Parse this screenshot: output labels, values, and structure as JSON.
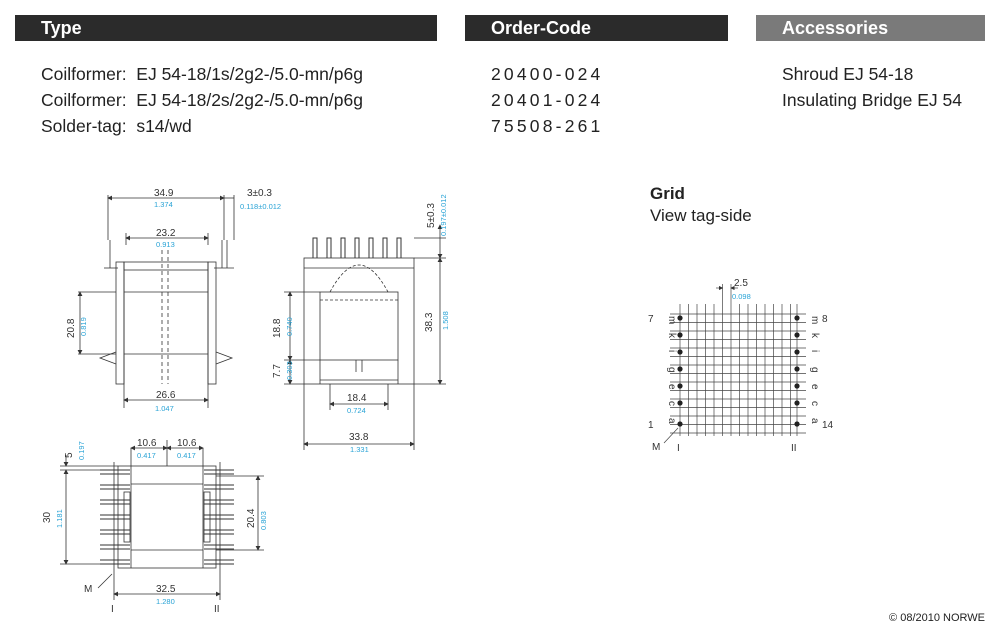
{
  "headers": {
    "type": "Type",
    "order_code": "Order-Code",
    "accessories": "Accessories"
  },
  "rows": [
    {
      "type": "Coilformer:  EJ 54-18/1s/2g2-/5.0-mn/p6g",
      "code": "20400-024",
      "accessory": "Shroud EJ 54-18"
    },
    {
      "type": "Coilformer:  EJ 54-18/2s/2g2-/5.0-mn/p6g",
      "code": "20401-024",
      "accessory": "Insulating Bridge EJ 54"
    },
    {
      "type": "Solder-tag:  s14/wd",
      "code": "75508-261",
      "accessory": ""
    }
  ],
  "grid": {
    "title": "Grid",
    "subtitle": "View tag-side"
  },
  "dims": {
    "w34_9": "34.9",
    "w34_9_in": "1.374",
    "w3": "3±0.3",
    "w3_in": "0.118±0.012",
    "w23_2": "23.2",
    "w23_2_in": "0.913",
    "h20_8": "20.8",
    "h20_8_in": "0.819",
    "w26_6": "26.6",
    "w26_6_in": "1.047",
    "h5": "5±0.3",
    "h5_in": "0.197±0.012",
    "h18_8": "18.8",
    "h18_8_in": "0.740",
    "h7_7": "7.7",
    "h7_7_in": "0.303",
    "h38_3": "38.3",
    "h38_3_in": "1.508",
    "w18_4": "18.4",
    "w18_4_in": "0.724",
    "w33_8": "33.8",
    "w33_8_in": "1.331",
    "w10_6a": "10.6",
    "w10_6a_in": "0.417",
    "w10_6b": "10.6",
    "w10_6b_in": "0.417",
    "h5b": "5",
    "h5b_in": "0.197",
    "h30": "30",
    "h30_in": "1.181",
    "h20_4": "20.4",
    "h20_4_in": "0.803",
    "w32_5": "32.5",
    "w32_5_in": "1.280",
    "g2_5": "2.5",
    "g2_5_in": "0.098",
    "m1": "M",
    "r1": "I",
    "r2": "II",
    "m2": "M",
    "g_r1": "I",
    "g_r2": "II",
    "p7": "7",
    "p1": "1",
    "p8": "8",
    "p14": "14",
    "lk": "k",
    "li": "i",
    "lg": "g",
    "le": "e",
    "lc": "c",
    "la": "a",
    "lm": "m",
    "rk": "k",
    "ri": "i",
    "rg": "g",
    "re": "e",
    "rc": "c",
    "ra": "a",
    "lm_left": "m"
  },
  "copyright": "© 08/2010 NORWE"
}
